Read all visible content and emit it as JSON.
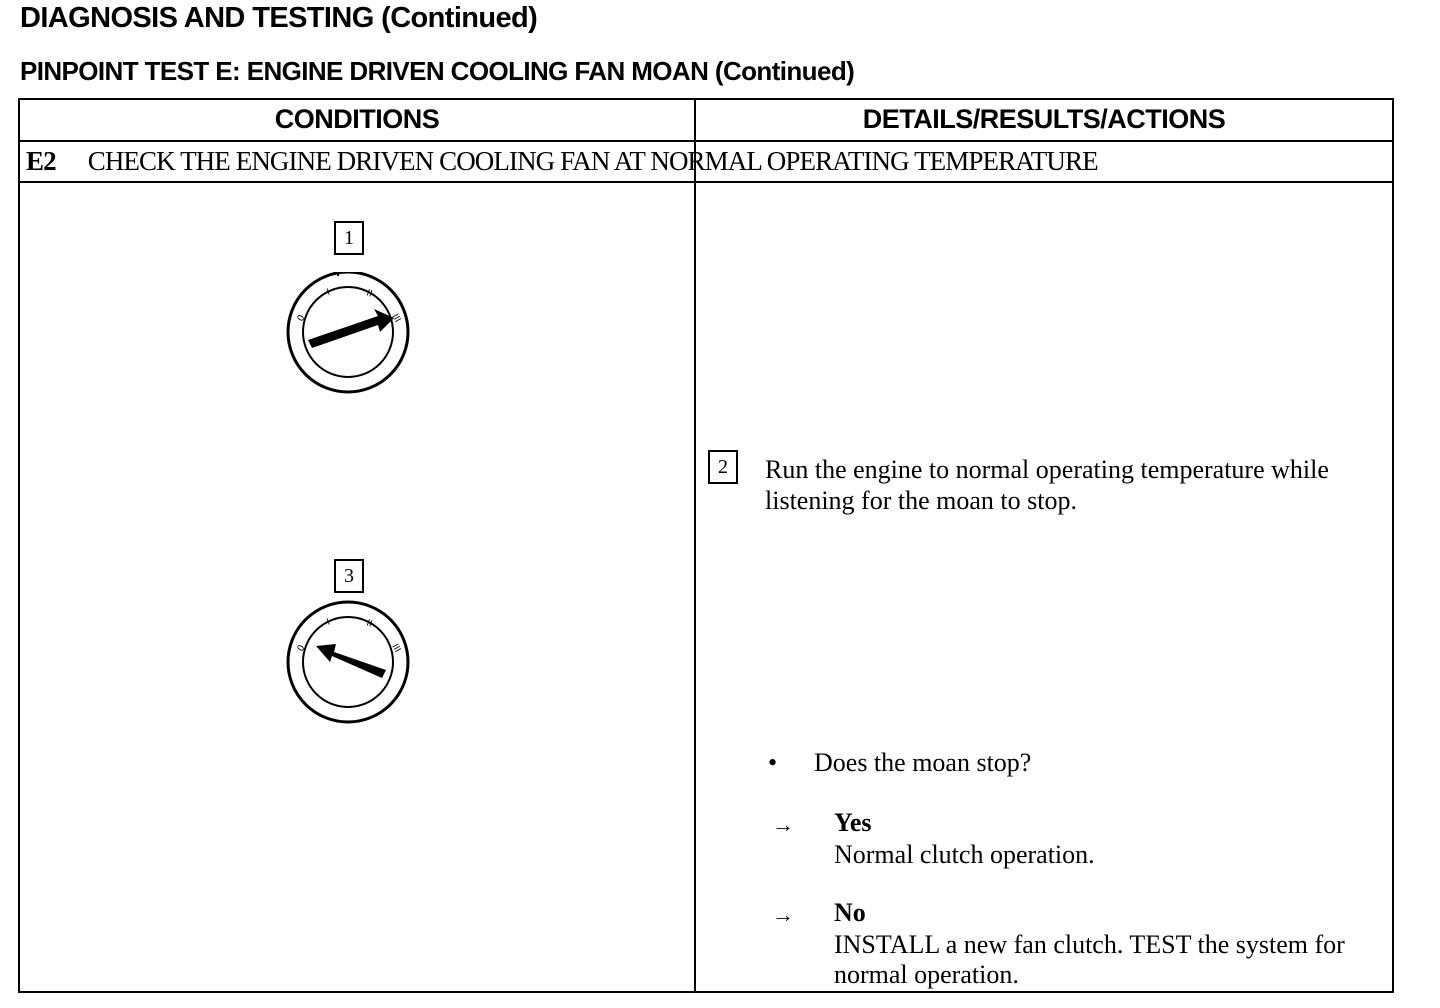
{
  "header": {
    "page_title": "DIAGNOSIS AND TESTING (Continued)",
    "test_title": "PINPOINT TEST E:  ENGINE DRIVEN COOLING FAN MOAN (Continued)"
  },
  "table": {
    "columns": [
      "CONDITIONS",
      "DETAILS/RESULTS/ACTIONS"
    ],
    "step": {
      "code": "E2",
      "title": "CHECK THE ENGINE DRIVEN COOLING FAN AT NORMAL OPERATING TEMPERATURE"
    },
    "figures": [
      {
        "step_number": "1",
        "dial_marks": [
          "0",
          "I",
          "II",
          "III"
        ],
        "pointer_position": "III"
      },
      {
        "step_number": "3",
        "dial_marks": [
          "0",
          "I",
          "II",
          "III"
        ],
        "pointer_position": "0"
      }
    ],
    "action": {
      "step_number": "2",
      "text": "Run the engine to normal operating temperature while listening for the moan to stop."
    },
    "question": {
      "bullet": "•",
      "text": "Does the moan stop?"
    },
    "answers": [
      {
        "arrow": "→",
        "label": "Yes",
        "text": "Normal clutch operation."
      },
      {
        "arrow": "→",
        "label": "No",
        "text": "INSTALL a new fan clutch. TEST the system for normal operation."
      }
    ]
  }
}
